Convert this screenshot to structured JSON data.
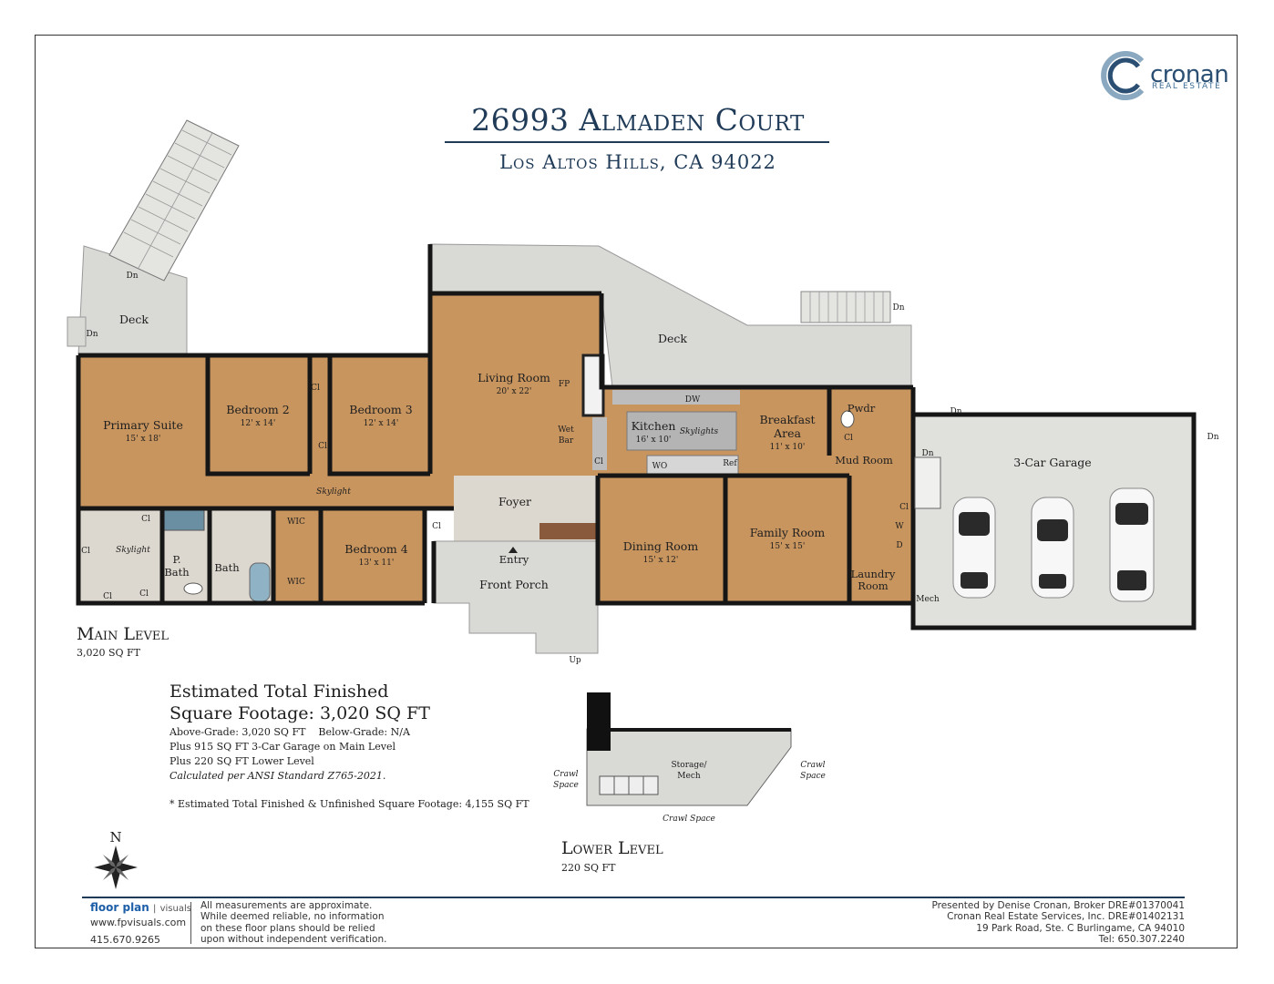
{
  "header": {
    "address": "26993 Almaden Court",
    "city": "Los Altos Hills, CA 94022"
  },
  "logo": {
    "word": "cronan",
    "sub": "REAL ESTATE",
    "icon": "cronan-c-logo-icon"
  },
  "rooms": {
    "deck_left": "Deck",
    "deck_right": "Deck",
    "dn_stair_top": "Dn",
    "dn_left": "Dn",
    "dn_deck_right": "Dn",
    "dn_pwdr": "Dn",
    "dn_mud": "Dn",
    "dn_garage": "Dn",
    "primary_suite": {
      "name": "Primary Suite",
      "dim": "15' x 18'"
    },
    "bedroom2": {
      "name": "Bedroom 2",
      "dim": "12' x 14'"
    },
    "bedroom3": {
      "name": "Bedroom 3",
      "dim": "12' x 14'"
    },
    "bedroom4": {
      "name": "Bedroom 4",
      "dim": "13' x 11'"
    },
    "living_room": {
      "name": "Living Room",
      "dim": "20' x 22'"
    },
    "kitchen": {
      "name": "Kitchen",
      "dim": "16' x 10'"
    },
    "breakfast": {
      "name1": "Breakfast",
      "name2": "Area",
      "dim": "11' x 10'"
    },
    "dining_room": {
      "name": "Dining Room",
      "dim": "15' x 12'"
    },
    "family_room": {
      "name": "Family Room",
      "dim": "15' x 15'"
    },
    "garage": "3-Car Garage",
    "foyer": "Foyer",
    "entry": "Entry",
    "front_porch": "Front Porch",
    "up": "Up",
    "mud_room": "Mud Room",
    "pwdr": "Pwdr",
    "laundry1": "Laundry",
    "laundry2": "Room",
    "mech": "Mech",
    "bath": "Bath",
    "p_bath1": "P.",
    "p_bath2": "Bath",
    "wic1": "WIC",
    "wic2": "WIC",
    "cl": "Cl",
    "fp": "FP",
    "wet1": "Wet",
    "wet2": "Bar",
    "dw": "DW",
    "wo": "WO",
    "ref": "Ref",
    "w": "W",
    "d": "D",
    "skylights": "Skylights",
    "skylight": "Skylight"
  },
  "main_level": {
    "name": "Main Level",
    "sqft": "3,020 SQ FT"
  },
  "lower_level": {
    "name": "Lower Level",
    "sqft": "220 SQ FT",
    "storage1": "Storage/",
    "storage2": "Mech",
    "crawl_bottom": "Crawl Space",
    "crawl": "Crawl",
    "space": "Space"
  },
  "summary": {
    "heading1": "Estimated Total Finished",
    "heading2": "Square Footage: 3,020 SQ FT",
    "line1": "Above-Grade: 3,020 SQ FT    Below-Grade: N/A",
    "line2": "Plus 915 SQ FT 3-Car Garage on Main Level",
    "line3": "Plus 220 SQ FT Lower Level",
    "line4": "Calculated per ANSI Standard Z765-2021.",
    "note": "* Estimated Total Finished & Unfinished Square Footage: 4,155 SQ FT"
  },
  "compass": {
    "label": "N",
    "icon": "compass-rose-icon"
  },
  "footer": {
    "brand": "floor plan",
    "brand_sub": "visuals",
    "website": "www.fpvisuals.com",
    "phone": "415.670.9265",
    "disclaimer": [
      "All measurements are approximate.",
      "While deemed reliable, no information",
      "on these floor plans should be relied",
      "upon without independent verification."
    ],
    "presenter": [
      "Presented by Denise Cronan, Broker DRE#01370041",
      "Cronan Real Estate Services, Inc. DRE#01402131",
      "19 Park Road, Ste. C Burlingame, CA 94010",
      "Tel: 650.307.2240"
    ]
  },
  "colors": {
    "floor_wood": "#c8955f",
    "deck": "#d9d9d6",
    "tile": "#ddd8cf",
    "garage": "#e0e0dc",
    "wall": "#161616",
    "brand_blue": "#1f3b57"
  }
}
